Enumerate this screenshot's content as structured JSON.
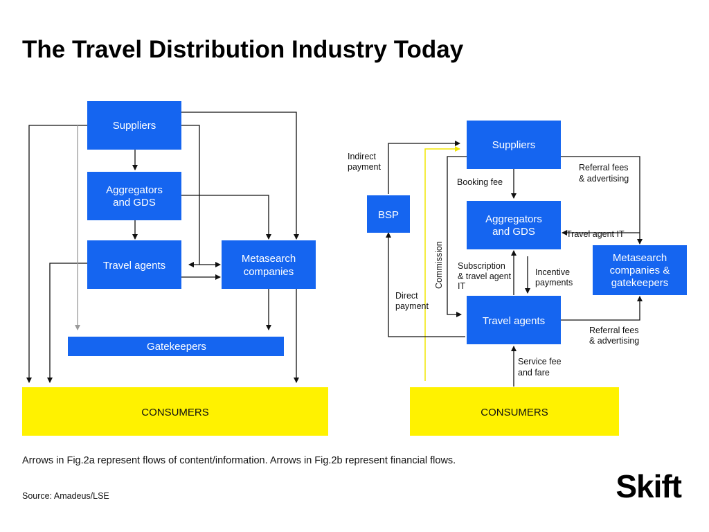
{
  "title": "The Travel Distribution Industry Today",
  "colors": {
    "box": "#1565f0",
    "consumer": "#fff200",
    "arrow": "#111111",
    "gray_arrow": "#9a9a9a",
    "yellow_arrow": "#f2e600"
  },
  "fig_a": {
    "suppliers": "Suppliers",
    "aggregators": [
      "Aggregators",
      "and GDS"
    ],
    "travel_agents": "Travel agents",
    "metasearch": [
      "Metasearch",
      "companies"
    ],
    "gatekeepers": "Gatekeepers",
    "consumers": "CONSUMERS"
  },
  "fig_b": {
    "suppliers": "Suppliers",
    "bsp": "BSP",
    "aggregators": [
      "Aggregators",
      "and GDS"
    ],
    "metasearch": [
      "Metasearch",
      "companies &",
      "gatekeepers"
    ],
    "travel_agents": "Travel agents",
    "consumers": "CONSUMERS",
    "labels": {
      "indirect_payment": [
        "Indirect",
        "payment"
      ],
      "booking_fee": "Booking fee",
      "referral_top": [
        "Referral fees",
        "& advertising"
      ],
      "travel_agent_it": "Travel agent IT",
      "commission": "Commission",
      "subscription": [
        "Subscription",
        "& travel agent",
        "IT"
      ],
      "incentive": [
        "Incentive",
        "payments"
      ],
      "direct_payment": [
        "Direct",
        "payment"
      ],
      "referral_bottom": [
        "Referral fees",
        "& advertising"
      ],
      "service_fee": [
        "Service fee",
        "and fare"
      ]
    }
  },
  "footnote": "Arrows in Fig.2a represent flows of content/information. Arrows in Fig.2b represent financial flows.",
  "source": "Source: Amadeus/LSE",
  "logo": "Skift"
}
